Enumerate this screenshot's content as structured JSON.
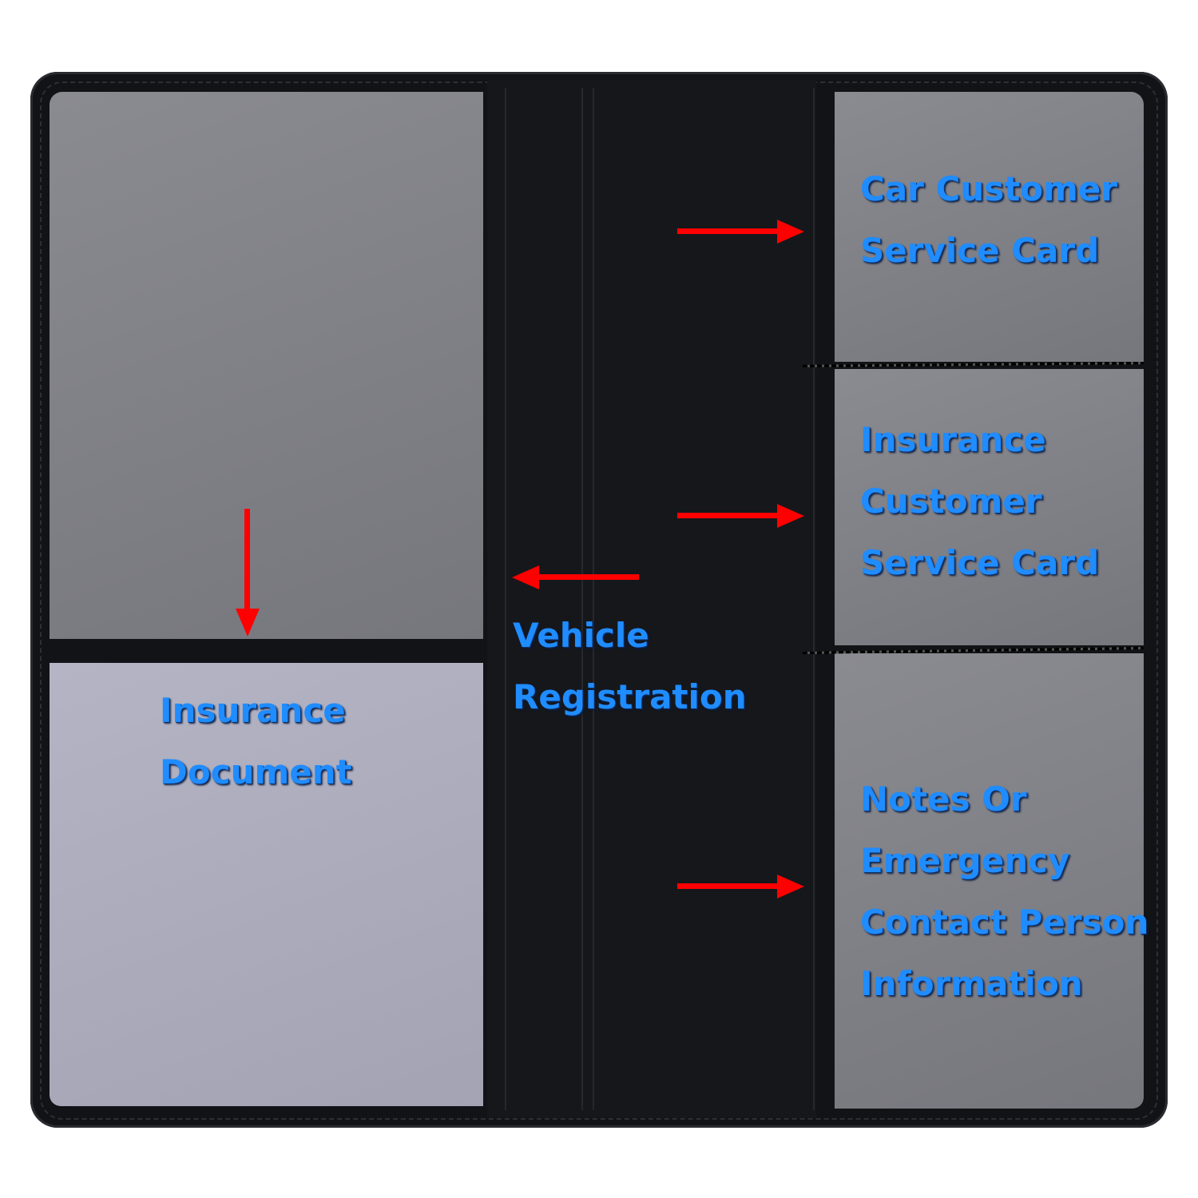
{
  "labels": {
    "car_service": [
      "Car Customer",
      "Service Card"
    ],
    "insurance_service": [
      "Insurance",
      "Customer",
      "Service Card"
    ],
    "notes": [
      "Notes Or",
      "Emergency",
      "Contact Person",
      "Information"
    ],
    "vehicle": [
      "Vehicle",
      "Registration"
    ],
    "insurance_doc": [
      "Insurance",
      "Document"
    ]
  },
  "colors": {
    "label": "#1f8cff",
    "arrow": "#ff0000",
    "leather": "#121316"
  },
  "icons": [
    "arrow-right-icon",
    "arrow-left-icon",
    "arrow-down-icon"
  ]
}
